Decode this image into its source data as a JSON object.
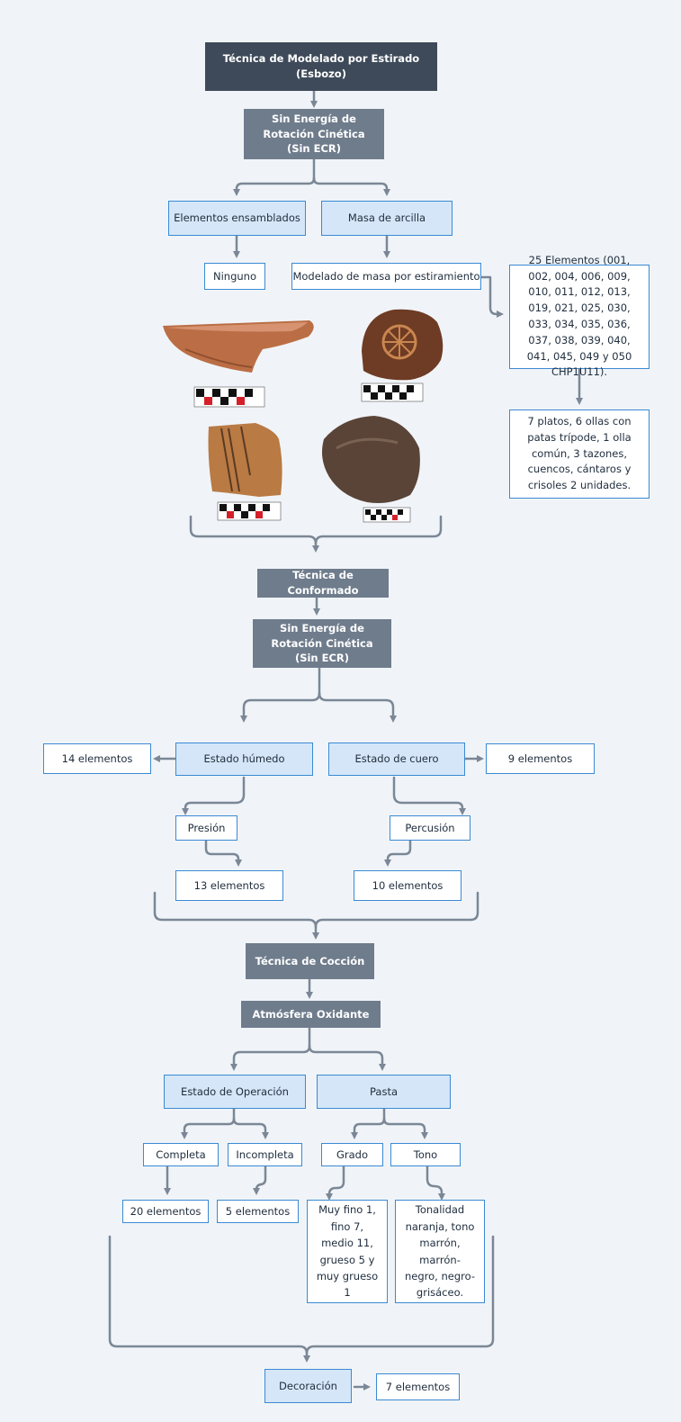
{
  "level1": {
    "title": "Técnica de Modelado por Estirado (Esbozo)",
    "energy": "Sin Energía de Rotación Cinética (Sin ECR)",
    "assembled": "Elementos ensamblados",
    "mass": "Masa de arcilla",
    "none": "Ninguno",
    "modeling": "Modelado de masa por estiramiento",
    "elements": "25 Elementos (001, 002, 004, 006, 009, 010, 011, 012, 013, 019, 021, 025, 030, 033, 034, 035, 036, 037, 038, 039, 040, 041, 045, 049 y 050 CHP1U11).",
    "vessels": "7 platos, 6 ollas con patas trípode, 1 olla común, 3 tazones, cuencos, cántaros y crisoles 2 unidades."
  },
  "level2": {
    "title": "Técnica de Conformado",
    "energy": "Sin Energía de Rotación Cinética (Sin ECR)",
    "humid": "Estado húmedo",
    "leather": "Estado de cuero",
    "humid_count": "14  elementos",
    "leather_count": "9  elementos",
    "pressure": "Presión",
    "percussion": "Percusión",
    "pressure_count": "13 elementos",
    "percussion_count": "10  elementos"
  },
  "level3": {
    "title": "Técnica de Cocción",
    "atmosphere": "Atmósfera Oxidante",
    "operation": "Estado de Operación",
    "paste": "Pasta",
    "complete": "Completa",
    "incomplete": "Incompleta",
    "grade": "Grado",
    "tone": "Tono",
    "complete_count": "20 elementos",
    "incomplete_count": "5 elementos",
    "grade_detail": "Muy fino 1, fino 7, medio 11, grueso 5 y muy grueso 1",
    "tone_detail": "Tonalidad naranja, tono marrón, marrón-negro, negro-grisáceo.",
    "decoration": "Decoración",
    "decoration_count": "7 elementos"
  },
  "colors": {
    "background": "#f0f4f8",
    "dark_box": "#3e4a59",
    "gray_box": "#6f7c8c",
    "blue_fill": "#d5e6f8",
    "border_blue": "#3a8ad4",
    "connector": "#7b8796",
    "pottery_orange": "#b86d42",
    "pottery_brown": "#5a4438"
  }
}
